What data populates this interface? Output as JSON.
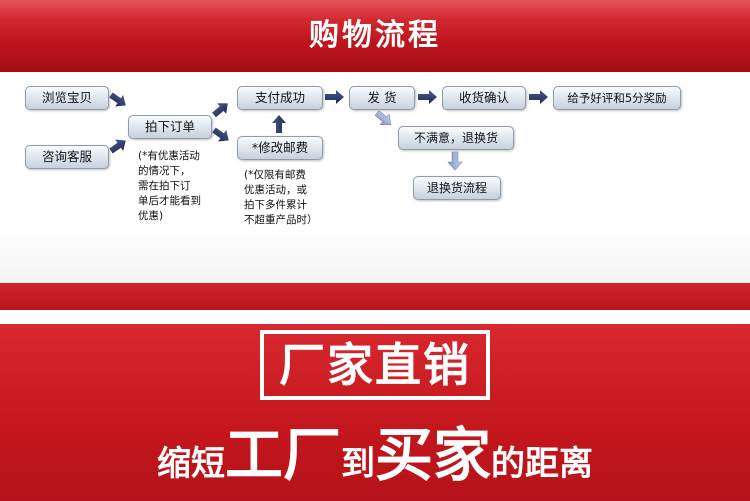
{
  "header": {
    "title": "购物流程"
  },
  "flow": {
    "browse": "浏览宝贝",
    "consult": "咨询客服",
    "order": "拍下订单",
    "pay_success": "支付成功",
    "edit_postage": "*修改邮费",
    "ship": "发 货",
    "confirm": "收货确认",
    "review": "给予好评和5分奖励",
    "unsatisfied": "不满意，退换货",
    "return_process": "退换货流程",
    "note_order": [
      "(*有优惠活动",
      "的情况下，",
      "需在拍下订",
      "单后才能看到",
      "优惠)"
    ],
    "note_postage": [
      "(*仅限有邮费",
      "优惠活动，或",
      "拍下多件累计",
      "不超重产品时）"
    ]
  },
  "promo": {
    "frame_text": "厂家直销",
    "slogan": {
      "part1": "缩短",
      "part2": "工厂",
      "part3": "到",
      "part4": "买家",
      "part5": "的距离"
    }
  },
  "colors": {
    "brand_red": "#c4161d",
    "arrow_navy": "#2e3a66",
    "box_border": "#8f9ba8"
  },
  "icons": {
    "arrow": "arrow-right-icon"
  }
}
